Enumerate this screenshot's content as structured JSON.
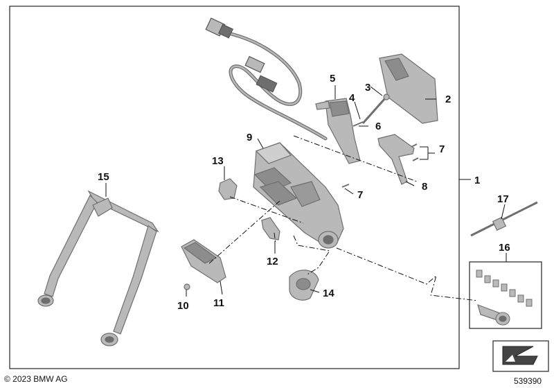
{
  "diagram": {
    "callouts": {
      "c1": "1",
      "c2": "2",
      "c3": "3",
      "c4": "4",
      "c5": "5",
      "c6": "6",
      "c7a": "7",
      "c7b": "7",
      "c8": "8",
      "c9": "9",
      "c10": "10",
      "c11": "11",
      "c12": "12",
      "c13": "13",
      "c14": "14",
      "c15": "15",
      "c16": "16",
      "c17": "17"
    },
    "colors": {
      "part_fill": "#b9b9b9",
      "part_dark": "#6e6e6e",
      "line": "#111111",
      "frame": "#222222"
    }
  },
  "footer": {
    "copyright": "© 2023 BMW AG",
    "diagram_number": "539390"
  }
}
